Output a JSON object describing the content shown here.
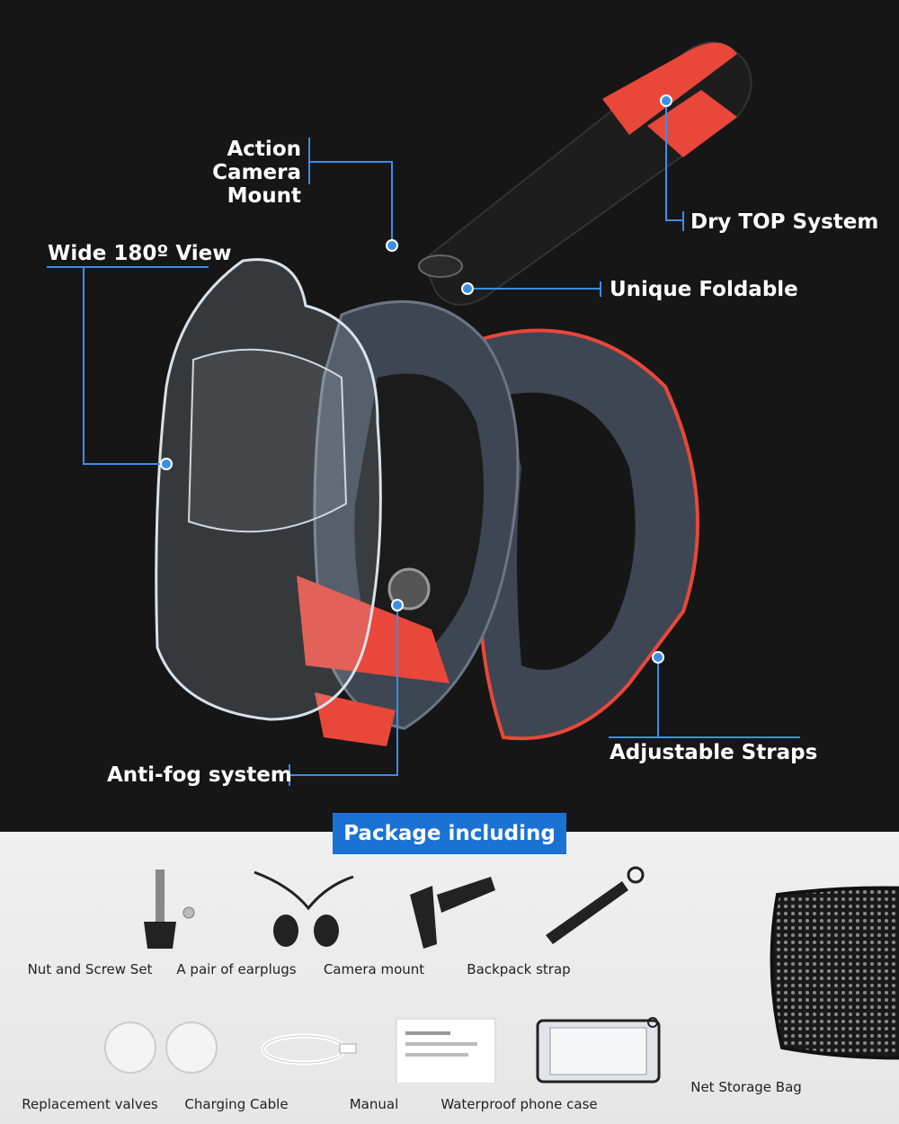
{
  "hero": {
    "callouts": {
      "action_camera_mount": "Action Camera\nMount",
      "dry_top_system": "Dry TOP System",
      "wide_view": "Wide 180º View",
      "unique_foldable": "Unique Foldable",
      "anti_fog": "Anti-fog system",
      "adjustable_straps": "Adjustable Straps"
    },
    "colors": {
      "accent_blue": "#3b8ee8",
      "mask_red": "#e8473a",
      "background": "#161616"
    }
  },
  "package": {
    "title": "Package including",
    "items": [
      {
        "label": "Nut and Screw Set",
        "icon": "screw-icon"
      },
      {
        "label": "A pair of earplugs",
        "icon": "earplugs-icon"
      },
      {
        "label": "Camera mount",
        "icon": "camera-mount-icon"
      },
      {
        "label": "Backpack strap",
        "icon": "backpack-strap-icon"
      },
      {
        "label": "Net Storage Bag",
        "icon": "net-bag-icon"
      },
      {
        "label": "Replacement valves",
        "icon": "valves-icon"
      },
      {
        "label": "Charging Cable",
        "icon": "cable-icon"
      },
      {
        "label": "Manual",
        "icon": "manual-icon"
      },
      {
        "label": "Waterproof phone case",
        "icon": "phone-case-icon"
      }
    ]
  }
}
